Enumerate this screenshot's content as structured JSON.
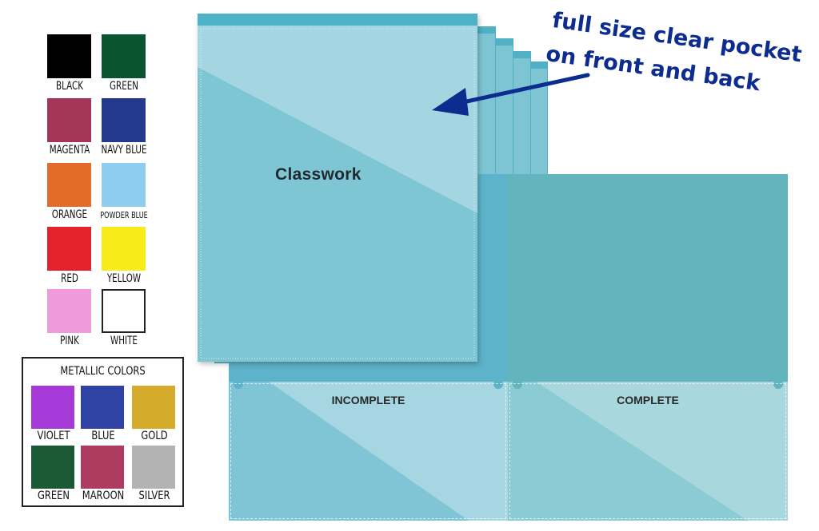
{
  "swatches": [
    {
      "label": "BLACK",
      "color": "#000000"
    },
    {
      "label": "GREEN",
      "color": "#0b5430"
    },
    {
      "label": "MAGENTA",
      "color": "#a33559"
    },
    {
      "label": "NAVY BLUE",
      "color": "#233a8c"
    },
    {
      "label": "ORANGE",
      "color": "#e46c2b"
    },
    {
      "label": "POWDER BLUE",
      "color": "#8ecdf0"
    },
    {
      "label": "RED",
      "color": "#e3222b"
    },
    {
      "label": "YELLOW",
      "color": "#f7ec17"
    },
    {
      "label": "PINK",
      "color": "#ef9ada"
    },
    {
      "label": "WHITE",
      "color": "#ffffff"
    }
  ],
  "metallic": {
    "title": "METALLIC COLORS",
    "items": [
      {
        "label": "VIOLET",
        "color": "#a53ad9"
      },
      {
        "label": "BLUE",
        "color": "#2f43a5"
      },
      {
        "label": "GOLD",
        "color": "#d4ab2a"
      },
      {
        "label": "GREEN",
        "color": "#1c5a36"
      },
      {
        "label": "MAROON",
        "color": "#ad3c60"
      },
      {
        "label": "SILVER",
        "color": "#b3b3b3"
      }
    ]
  },
  "folder": {
    "cover_label": "Classwork",
    "left_pocket_label": "INCOMPLETE",
    "right_pocket_label": "COMPLETE"
  },
  "annotation": {
    "lines": [
      "full size clear pocket",
      "on front and back"
    ],
    "color": "#0d2c8f"
  }
}
